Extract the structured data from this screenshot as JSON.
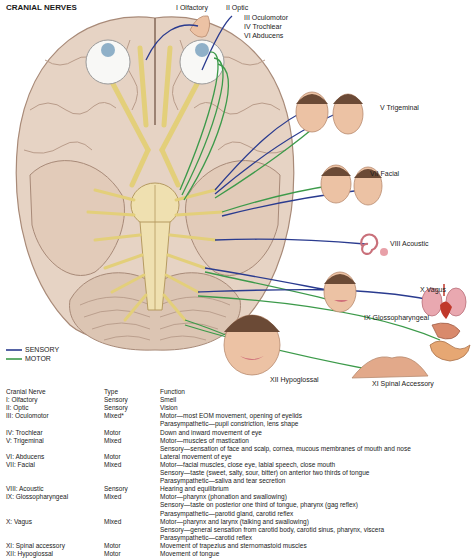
{
  "diagram": {
    "title": "CRANIAL NERVES",
    "labels": [
      "I Olfactory",
      "II Optic",
      "III Oculomotor",
      "IV Trochlear",
      "VI Abducens",
      "V Trigeminal",
      "VII Facial",
      "VIII Acoustic",
      "IX Glossopharyngeal",
      "X Vagus",
      "XII Hypoglossal",
      "XI Spinal Accessory",
      "Cranial Nerve",
      "Type",
      "Function",
      "I: Olfactory",
      "Sensory",
      "Smell",
      "II: Optic",
      "Sensory",
      "Vision",
      "III: Oculomotor",
      "Mixed*",
      "Motor—most EOM movement, opening of eyelids",
      "Parasympathetic—pupil constriction, lens shape",
      "IV: Trochlear",
      "Motor",
      "Down and inward movement of eye",
      "V: Trigeminal",
      "Mixed",
      "Motor—muscles of mastication",
      "Sensory—sensation of face and scalp, cornea, mucous membranes of mouth and nose",
      "VI: Abducens",
      "Motor",
      "Lateral movement of eye",
      "VII: Facial",
      "Mixed",
      "Motor—facial muscles, close eye, labial speech, close mouth",
      "Sensory—taste (sweet, salty, sour, bitter) on anterior two thirds of tongue",
      "Parasympathetic—saliva and tear secretion",
      "VIII: Acoustic",
      "Sensory",
      "Hearing and equilibrium",
      "IX: Glossopharyngeal",
      "Mixed",
      "Motor—pharynx (phonation and swallowing)",
      "Sensory—taste on posterior one third of tongue, pharynx (gag reflex)",
      "Parasympathetic—parotid gland, carotid reflex",
      "X: Vagus",
      "Mixed",
      "Motor—pharynx and larynx (talking and swallowing)",
      "Sensory—general sensation from carotid body, carotid sinus, pharynx, viscera",
      "Parasympathetic—carotid reflex",
      "XI: Spinal accessory",
      "Motor",
      "Movement of trapezius and sternomastoid muscles",
      "XII: Hypoglossal",
      "Motor",
      "Movement of tongue"
    ],
    "legend": [
      {
        "text": "SENSORY"
      },
      {
        "text": "MOTOR"
      }
    ]
  }
}
